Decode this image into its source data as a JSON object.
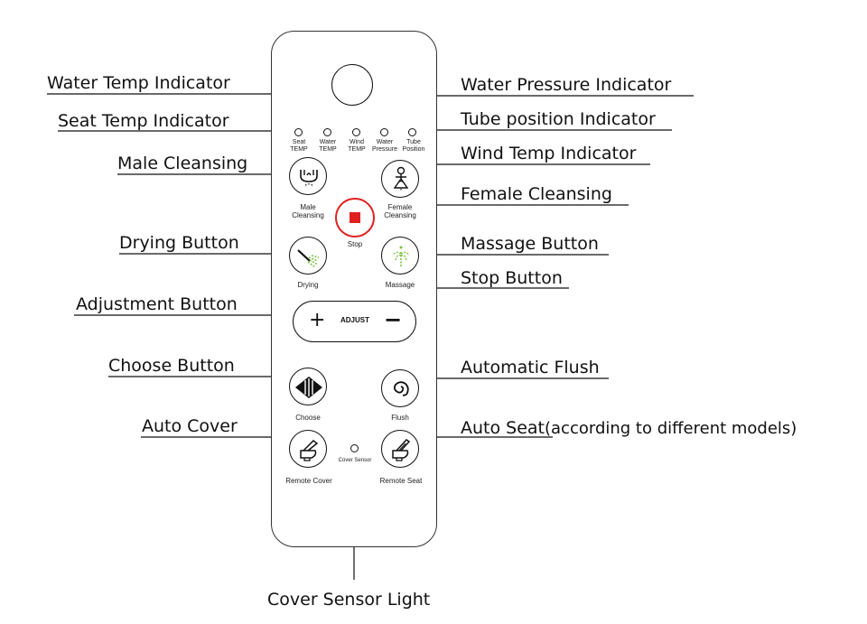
{
  "callouts": {
    "water_temp_indicator": "Water Temp Indicator",
    "seat_temp_indicator": "Seat Temp Indicator",
    "male_cleansing": "Male Cleansing",
    "drying_button": "Drying Button",
    "adjustment_button": "Adjustment Button",
    "choose_button": "Choose Button",
    "auto_cover": "Auto Cover",
    "water_pressure_indicator": "Water Pressure Indicator",
    "tube_position_indicator": "Tube position Indicator",
    "wind_temp_indicator": "Wind Temp Indicator",
    "female_cleansing": "Female Cleansing",
    "massage_button": "Massage Button",
    "stop_button": "Stop Button",
    "automatic_flush": "Automatic Flush",
    "auto_seat": "Auto Seat",
    "auto_seat_note": "(according to different models)",
    "cover_sensor_light": "Cover Sensor Light"
  },
  "indicators": {
    "seat_temp": [
      "Seat",
      "TEMP"
    ],
    "water_temp": [
      "Water",
      "TEMP"
    ],
    "wind_temp": [
      "Wind",
      "TEMP"
    ],
    "water_pressure": [
      "Water",
      "Pressure"
    ],
    "tube_position": [
      "Tube",
      "Position"
    ]
  },
  "buttons": {
    "male_cleansing": [
      "Male",
      "Cleansing"
    ],
    "female_cleansing": [
      "Female",
      "Cleansing"
    ],
    "stop": "Stop",
    "drying": "Drying",
    "massage": "Massage",
    "adjust": "ADJUST",
    "adjust_plus": "+",
    "adjust_minus": "−",
    "choose": "Choose",
    "flush": "Flush",
    "remote_cover": "Remote Cover",
    "remote_seat": "Remote Seat",
    "cover_sensor": "Cover Sensor"
  },
  "icons": {
    "male": "male-cleansing-icon",
    "female": "female-cleansing-icon",
    "stop": "stop-square-icon",
    "drying": "drying-spray-icon",
    "massage": "massage-fountain-icon",
    "choose": "choose-diamond-icon",
    "flush": "flush-swirl-icon",
    "cover": "toilet-cover-icon",
    "seat": "toilet-seat-icon"
  },
  "colors": {
    "stop_accent": "#e02020",
    "spray_green": "#7cc242",
    "line": "#111111"
  }
}
